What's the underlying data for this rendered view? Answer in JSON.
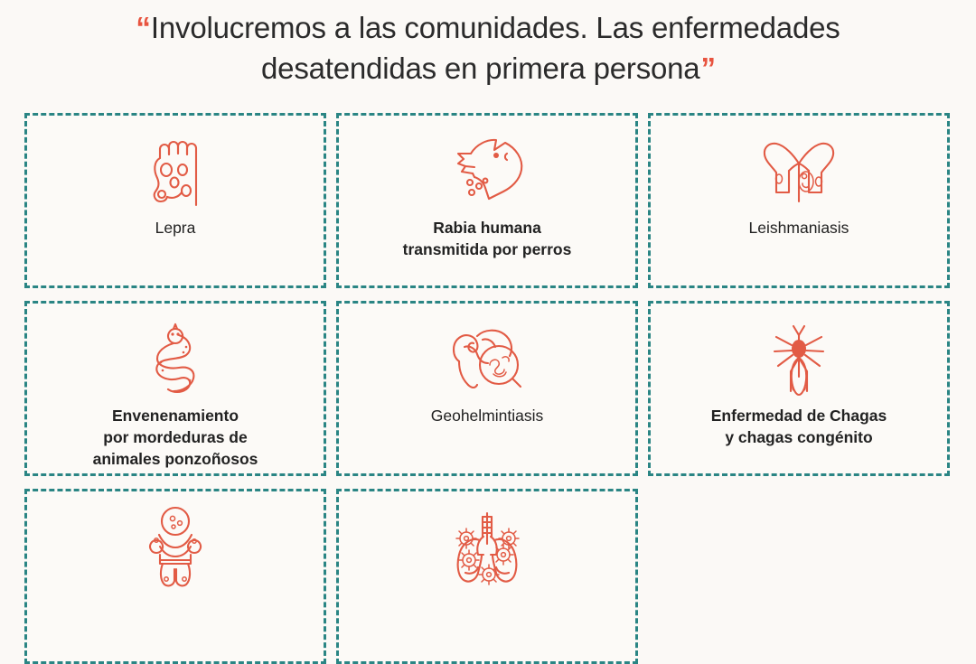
{
  "page": {
    "background_color": "#FBF9F6",
    "accent_color": "#E25B45",
    "border_color": "#2A8584",
    "text_color": "#222222"
  },
  "header": {
    "quote_open": "“",
    "quote_close": "”",
    "title_line_1": "Involucremos a las comunidades. Las enfermedades",
    "title_line_2": "desatendidas en primera persona"
  },
  "grid": {
    "columns": 3,
    "cards": [
      {
        "id": "lepra",
        "icon": "foot-lesions-icon",
        "label_lines": [
          "Lepra"
        ],
        "bold": false
      },
      {
        "id": "rabia-humana",
        "icon": "rabid-dog-head-icon",
        "label_lines": [
          "Rabia humana",
          "transmitida por perros"
        ],
        "bold": true
      },
      {
        "id": "leishmaniasis",
        "icon": "torso-skin-lesions-icon",
        "label_lines": [
          "Leishmaniasis"
        ],
        "bold": false
      },
      {
        "id": "envenenamiento",
        "icon": "snake-icon",
        "label_lines": [
          "Envenenamiento",
          "por mordeduras de",
          "animales ponzoñosos"
        ],
        "bold": true
      },
      {
        "id": "geohelmintiasis",
        "icon": "intestines-magnifier-worms-icon",
        "label_lines": [
          "Geohelmintiasis"
        ],
        "bold": false
      },
      {
        "id": "chagas",
        "icon": "triatomine-bug-icon",
        "label_lines": [
          "Enfermedad de Chagas",
          "y chagas congénito"
        ],
        "bold": true
      },
      {
        "id": "card-baby",
        "icon": "baby-lesions-icon",
        "label_lines": [],
        "bold": false
      },
      {
        "id": "card-lungs",
        "icon": "lungs-pathogens-icon",
        "label_lines": [],
        "bold": false
      }
    ]
  }
}
